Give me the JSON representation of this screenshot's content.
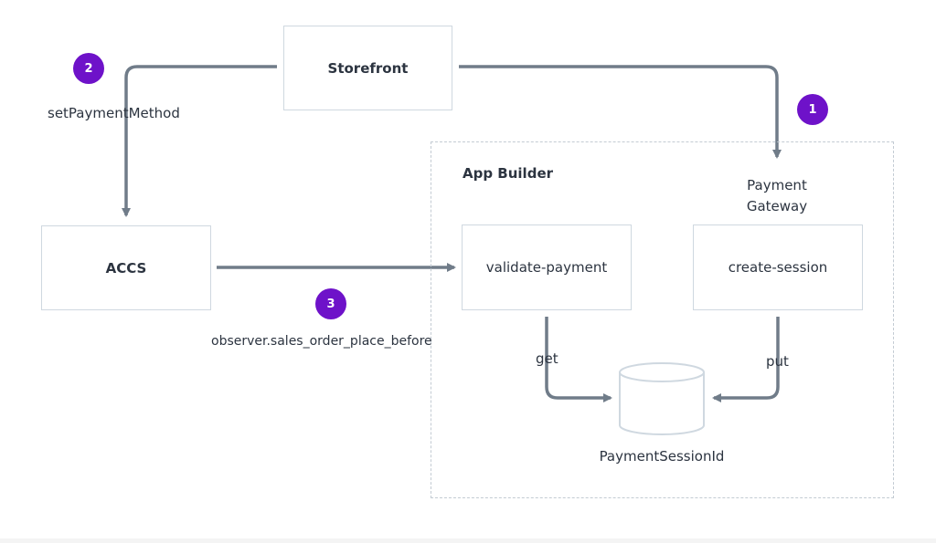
{
  "colors": {
    "connector": "#707c89",
    "box_border": "#cfd8e0",
    "badge": "#6e12c9",
    "text": "#2c3440"
  },
  "nodes": {
    "storefront": "Storefront",
    "accs": "ACCS",
    "validate_payment": "validate-payment",
    "create_session": "create-session",
    "database": "PaymentSessionId"
  },
  "group": {
    "title": "App Builder"
  },
  "steps": [
    {
      "number": "1",
      "label_line1": "Payment",
      "label_line2": "Gateway"
    },
    {
      "number": "2",
      "label": "setPaymentMethod"
    },
    {
      "number": "3",
      "label": "observer.sales_order_place_before"
    }
  ],
  "edges": {
    "get_label": "get",
    "put_label": "put"
  }
}
